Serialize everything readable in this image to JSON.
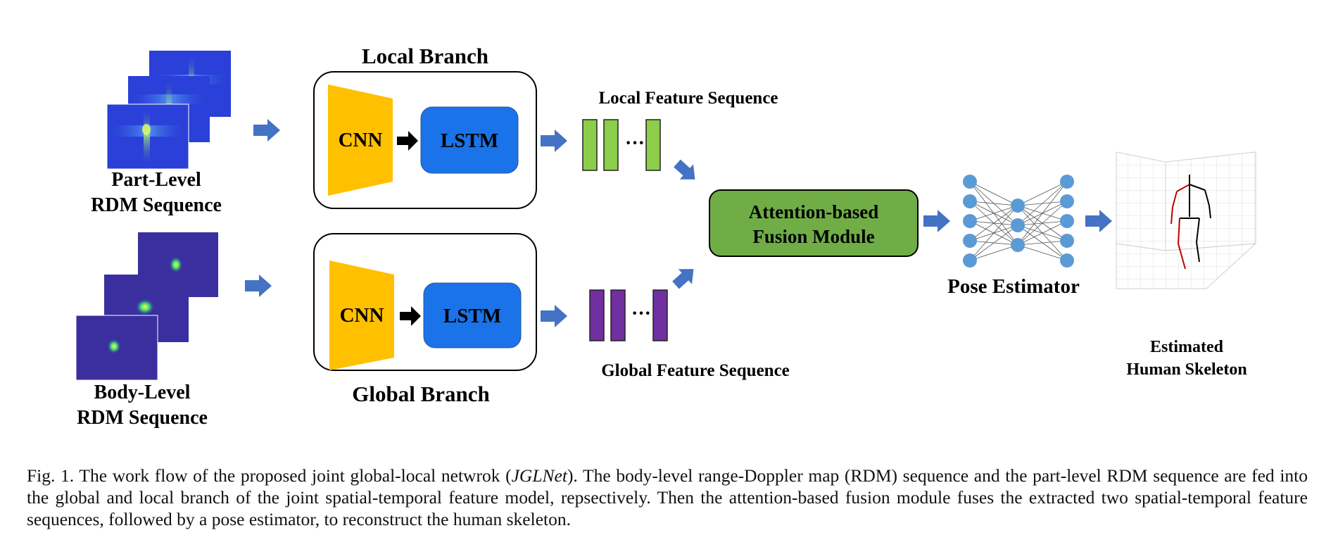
{
  "figure": {
    "inputs": {
      "part_label_line1": "Part-Level",
      "part_label_line2": "RDM Sequence",
      "body_label_line1": "Body-Level",
      "body_label_line2": "RDM Sequence"
    },
    "local_branch": {
      "title": "Local Branch",
      "cnn": "CNN",
      "lstm": "LSTM"
    },
    "global_branch": {
      "title": "Global Branch",
      "cnn": "CNN",
      "lstm": "LSTM"
    },
    "local_feature_label": "Local Feature Sequence",
    "global_feature_label": "Global Feature Sequence",
    "ellipsis": "···",
    "fusion_line1": "Attention-based",
    "fusion_line2": "Fusion Module",
    "pose_estimator_label": "Pose Estimator",
    "skeleton_label_line1": "Estimated",
    "skeleton_label_line2": "Human Skeleton"
  },
  "caption": {
    "prefix": "Fig. 1.  The work flow of the proposed joint global-local netwrok (",
    "emphasis": "JGLNet",
    "suffix": "). The body-level range-Doppler map (RDM) sequence and the part-level RDM sequence are fed into the global and local branch of the joint spatial-temporal feature model, repsectively. Then the attention-based fusion module fuses the extracted two spatial-temporal feature sequences, followed by a pose estimator, to reconstruct the human skeleton."
  },
  "colors": {
    "arrow_blue": "#4472c4",
    "cnn_yellow": "#ffc000",
    "lstm_blue": "#1a73e8",
    "local_feature_green": "#8ccd4a",
    "global_feature_purple": "#7030a0",
    "fusion_green": "#70ad47",
    "node_blue": "#5b9bd5",
    "rdm_part_bg": "#2a40d8",
    "rdm_body_bg": "#3b2e9e"
  }
}
